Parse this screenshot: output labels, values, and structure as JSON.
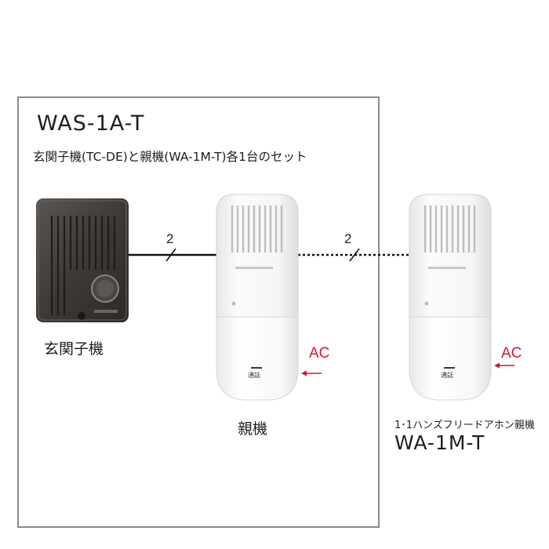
{
  "set_box": {
    "title": "WAS-1A-T",
    "description": "玄関子機(TC-DE)と親機(WA-1M-T)各1台のセット"
  },
  "door_station": {
    "caption": "玄関子機"
  },
  "master_station": {
    "caption": "親機",
    "power_label": "AC",
    "call_label": "通話"
  },
  "sub_master_station": {
    "subtitle": "1･1ハンズフリードアホン親機",
    "model": "WA-1M-T",
    "power_label": "AC",
    "call_label": "通話"
  },
  "connections": {
    "door_to_master_wires": "2",
    "master_to_sub_wires": "2"
  },
  "colors": {
    "ac_arrow": "#c8182f",
    "door_station_body": "#3e3a37",
    "intercom_body": "#f4f4f4",
    "frame": "#8a8a8a"
  }
}
